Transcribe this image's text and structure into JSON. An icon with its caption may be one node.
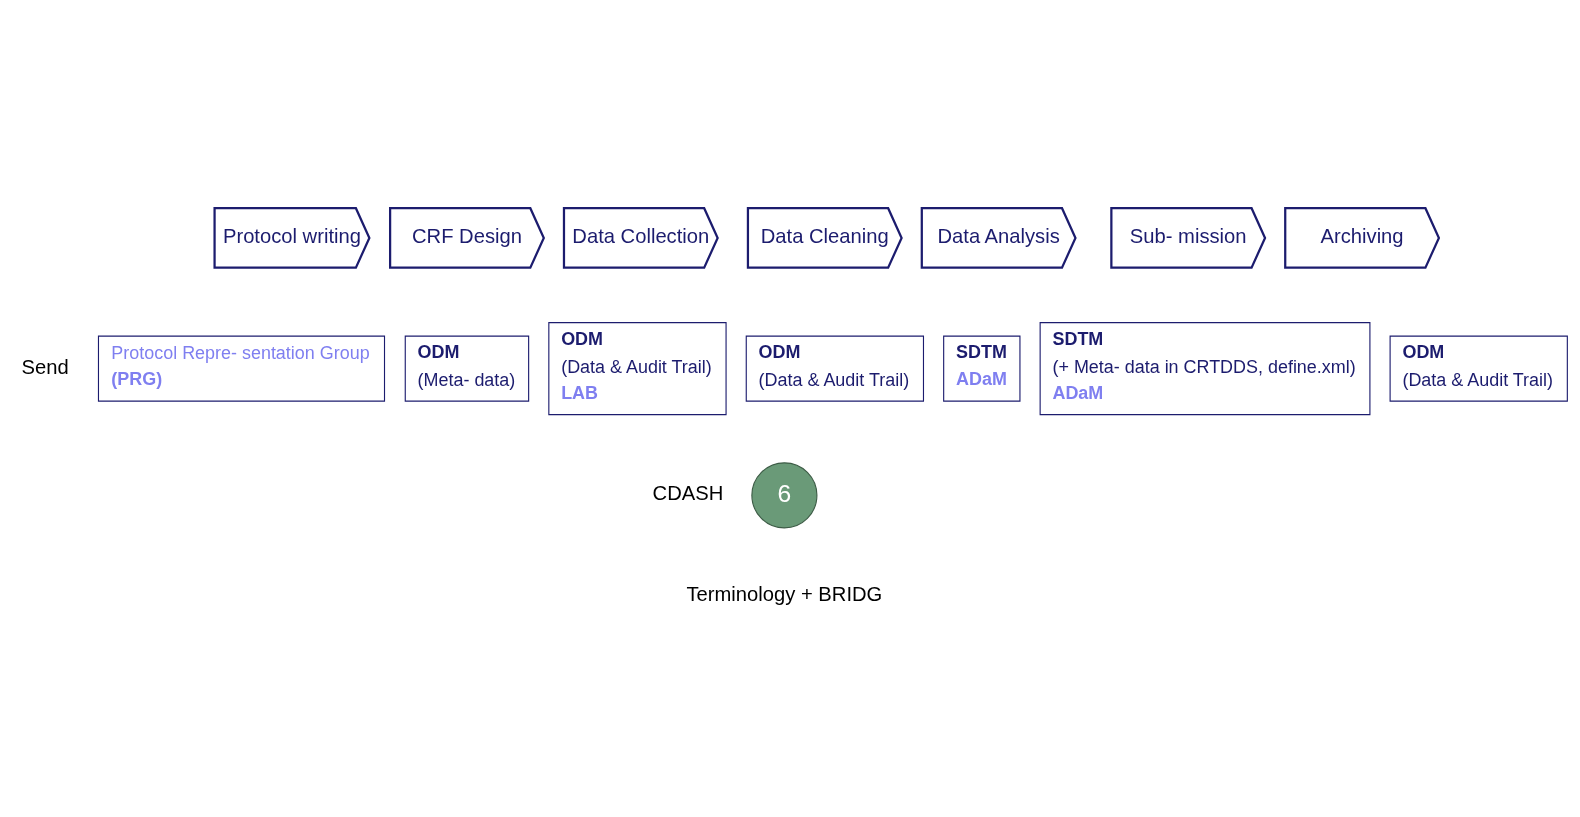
{
  "diagram": {
    "nodes": [
      {
        "text": [
          "Protocol writing"
        ]
      },
      {
        "text": [
          "CRF Design"
        ]
      },
      {
        "text": [
          "Data Collection"
        ]
      },
      {
        "text": [
          "Data Cleaning"
        ]
      },
      {
        "text": [
          "Data Analysis"
        ]
      },
      {
        "text": [
          "Sub- mission"
        ]
      },
      {
        "text": [
          "Archiving"
        ]
      },
      {
        "text": [
          "Protocol Repre- sentation Group",
          "(PRG)"
        ]
      },
      {
        "text": [
          "ODM",
          "(Meta- data)"
        ]
      },
      {
        "text": [
          "ODM",
          "(Data & Audit Trail)",
          "LAB"
        ]
      },
      {
        "text": [
          "ODM",
          "(Data & Audit Trail)"
        ]
      },
      {
        "text": [
          "SDTM",
          "ADaM"
        ]
      },
      {
        "text": [
          "SDTM",
          "(+ Meta- data in CRTDDS, define.xml)",
          "ADaM"
        ]
      },
      {
        "text": [
          "ODM",
          "(Data & Audit Trail)"
        ]
      },
      {
        "text": [
          "6"
        ],
        "beside": [
          "CDASH"
        ]
      }
    ],
    "edges": [],
    "labels": [
      "Send",
      "Terminology + BRIDG"
    ]
  }
}
